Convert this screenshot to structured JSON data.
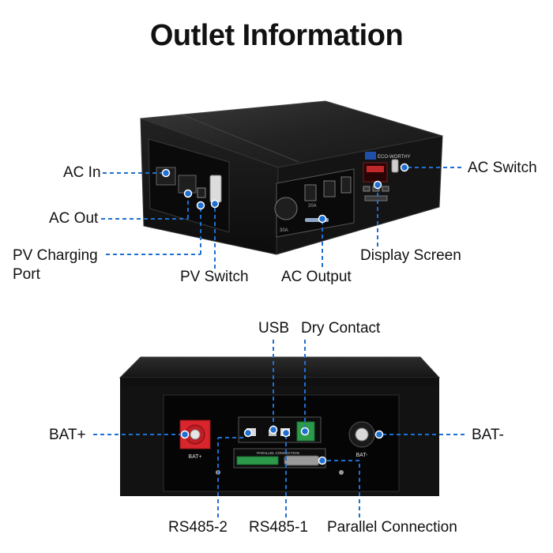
{
  "title": "Outlet Information",
  "top_unit": {
    "brand_badge": "ECO-WORTHY",
    "panel_ratings": [
      "30A",
      "20A"
    ],
    "labels": {
      "ac_in": "AC In",
      "ac_out": "AC Out",
      "pv_charging_port_line1": "PV Charging",
      "pv_charging_port_line2": "Port",
      "pv_switch": "PV Switch",
      "ac_output": "AC Output",
      "display_screen": "Display Screen",
      "ac_switch": "AC Switch"
    }
  },
  "bottom_unit": {
    "terminal_pos_text": "BAT+",
    "terminal_neg_text": "BAT-",
    "panel_text": "PARALLEL CONNECTION",
    "labels": {
      "usb": "USB",
      "dry_contact": "Dry Contact",
      "bat_pos": "BAT+",
      "bat_neg": "BAT-",
      "rs485_2": "RS485-2",
      "rs485_1": "RS485-1",
      "parallel_connection": "Parallel Connection"
    }
  },
  "colors": {
    "leader_line": "#1f6fd1",
    "device_body": "#1b1b1b",
    "bat_pos_terminal": "#d8262c"
  }
}
